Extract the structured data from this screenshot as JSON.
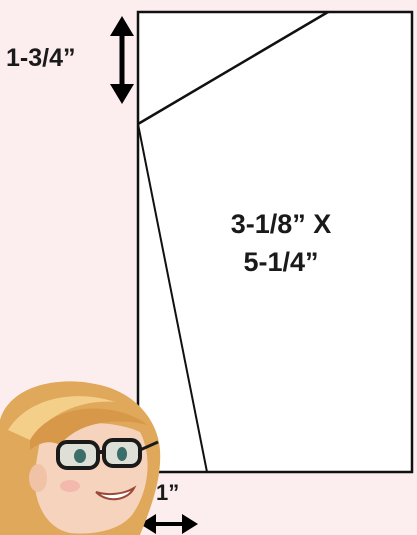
{
  "diagram": {
    "top_measurement": "1-3/4”",
    "size_line_1": "3-1/8” X",
    "size_line_2": "5-1/4”",
    "bottom_measurement": "1”"
  },
  "colors": {
    "background": "#fceeee",
    "panel": "#ffffff",
    "stroke": "#111111",
    "text": "#1a1a1a"
  }
}
